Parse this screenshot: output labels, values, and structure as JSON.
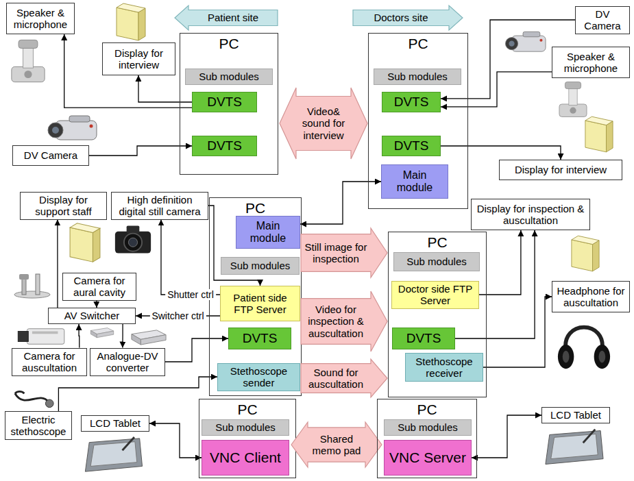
{
  "diagram": {
    "nodes": [
      {
        "text": [
          "Patient site"
        ]
      },
      {
        "text": [
          "Doctors site"
        ]
      },
      {
        "text": [
          "Speaker & microphone"
        ]
      },
      {
        "text": [
          "Display for interview"
        ]
      },
      {
        "text": [
          "DV Camera"
        ]
      },
      {
        "text": [
          "Display for support staff"
        ]
      },
      {
        "text": [
          "High definition digital still camera"
        ]
      },
      {
        "text": [
          "Camera for aural cavity"
        ]
      },
      {
        "text": [
          "AV Switcher"
        ]
      },
      {
        "text": [
          "Camera for auscultation"
        ]
      },
      {
        "text": [
          "Analogue-DV converter"
        ]
      },
      {
        "text": [
          "Electric stethoscope"
        ]
      },
      {
        "text": [
          "LCD Tablet"
        ]
      },
      {
        "text": [
          "PC"
        ]
      },
      {
        "text": [
          "Sub modules"
        ],
        "in": 13
      },
      {
        "text": [
          "DVTS"
        ],
        "in": 13
      },
      {
        "text": [
          "DVTS"
        ],
        "in": 13
      },
      {
        "text": [
          "PC"
        ]
      },
      {
        "text": [
          "Sub modules"
        ],
        "in": 17
      },
      {
        "text": [
          "DVTS"
        ],
        "in": 17
      },
      {
        "text": [
          "DVTS"
        ],
        "in": 17
      },
      {
        "text": [
          "Main module"
        ],
        "in": 17
      },
      {
        "text": [
          "Video& sound for interview"
        ]
      },
      {
        "text": [
          "Display for interview"
        ]
      },
      {
        "text": [
          "DV Camera"
        ]
      },
      {
        "text": [
          "Speaker & microphone"
        ]
      },
      {
        "text": [
          "PC"
        ]
      },
      {
        "text": [
          "Main module"
        ],
        "in": 26
      },
      {
        "text": [
          "Sub modules"
        ],
        "in": 26
      },
      {
        "text": [
          "Patient side FTP Server"
        ],
        "in": 26
      },
      {
        "text": [
          "DVTS"
        ],
        "in": 26
      },
      {
        "text": [
          "Stethoscope sender"
        ],
        "in": 26
      },
      {
        "text": [
          "Still image for inspection"
        ]
      },
      {
        "text": [
          "Video for inspection & auscultation"
        ]
      },
      {
        "text": [
          "Sound for auscultation"
        ]
      },
      {
        "text": [
          "PC"
        ]
      },
      {
        "text": [
          "Sub modules"
        ],
        "in": 35
      },
      {
        "text": [
          "Doctor side FTP Server"
        ],
        "in": 35
      },
      {
        "text": [
          "DVTS"
        ],
        "in": 35
      },
      {
        "text": [
          "Stethoscope receiver"
        ],
        "in": 35
      },
      {
        "text": [
          "Display for inspection & auscultation"
        ]
      },
      {
        "text": [
          "Headphone for auscultation"
        ]
      },
      {
        "text": [
          "PC"
        ]
      },
      {
        "text": [
          "Sub modules"
        ],
        "in": 42
      },
      {
        "text": [
          "VNC Client"
        ],
        "in": 42
      },
      {
        "text": [
          "Shared memo pad"
        ]
      },
      {
        "text": [
          "PC"
        ]
      },
      {
        "text": [
          "Sub modules"
        ],
        "in": 46
      },
      {
        "text": [
          "VNC Server"
        ],
        "in": 46
      },
      {
        "text": [
          "LCD Tablet"
        ]
      }
    ],
    "edges": [
      {
        "from": 15,
        "to": 3,
        "arrow": "to"
      },
      {
        "from": 15,
        "to": 2,
        "arrow": "to"
      },
      {
        "from": 4,
        "to": 16,
        "arrow": "to"
      },
      {
        "from": 24,
        "to": 19,
        "arrow": "to"
      },
      {
        "from": 25,
        "to": 19,
        "arrow": "to"
      },
      {
        "from": 20,
        "to": 23,
        "arrow": "to"
      },
      {
        "from": 21,
        "to": 27,
        "arrow": "both"
      },
      {
        "from": 6,
        "to": 29,
        "arrow": "to"
      },
      {
        "from": 29,
        "to": 6,
        "label": "Shutter ctrl",
        "arrow": "to"
      },
      {
        "from": 29,
        "to": 8,
        "label": "Switcher ctrl",
        "arrow": "to"
      },
      {
        "from": 7,
        "to": 8,
        "arrow": "to"
      },
      {
        "from": 9,
        "to": 8,
        "arrow": "to"
      },
      {
        "from": 8,
        "to": 5,
        "arrow": "to"
      },
      {
        "from": 8,
        "to": 10,
        "arrow": "to"
      },
      {
        "from": 10,
        "to": 30,
        "arrow": "to"
      },
      {
        "from": 11,
        "to": 31,
        "arrow": "to"
      },
      {
        "from": 12,
        "to": 44,
        "arrow": "both"
      },
      {
        "from": 37,
        "to": 40,
        "arrow": "to"
      },
      {
        "from": 38,
        "to": 40,
        "arrow": "to"
      },
      {
        "from": 39,
        "to": 41,
        "arrow": "to"
      },
      {
        "from": 49,
        "to": 48,
        "arrow": "both"
      }
    ]
  }
}
